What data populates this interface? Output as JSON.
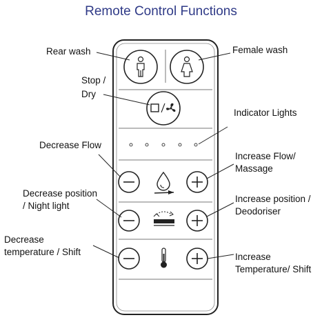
{
  "title": "Remote Control Functions",
  "labels": {
    "rear_wash": "Rear wash",
    "female_wash": "Female wash",
    "stop_dry_line1": "Stop /",
    "stop_dry_line2": "Dry",
    "indicator_lights": "Indicator Lights",
    "decrease_flow": "Decrease Flow",
    "increase_flow_line1": "Increase Flow/",
    "increase_flow_line2": "Massage",
    "decrease_position_line1": "Decrease position",
    "decrease_position_line2": "/ Night light",
    "increase_position_line1": "Increase position /",
    "increase_position_line2": "Deodoriser",
    "decrease_temperature_line1": "Decrease",
    "decrease_temperature_line2": "temperature / Shift",
    "increase_temperature_line1": "Increase",
    "increase_temperature_line2": "Temperature/ Shift"
  },
  "remote": {
    "indicator_count": 5,
    "icons": [
      "rear-wash-icon",
      "female-wash-icon",
      "stop-icon",
      "dry-fan-icon",
      "water-drop-icon",
      "position-icon",
      "thermometer-icon",
      "minus-icon",
      "plus-icon"
    ]
  }
}
